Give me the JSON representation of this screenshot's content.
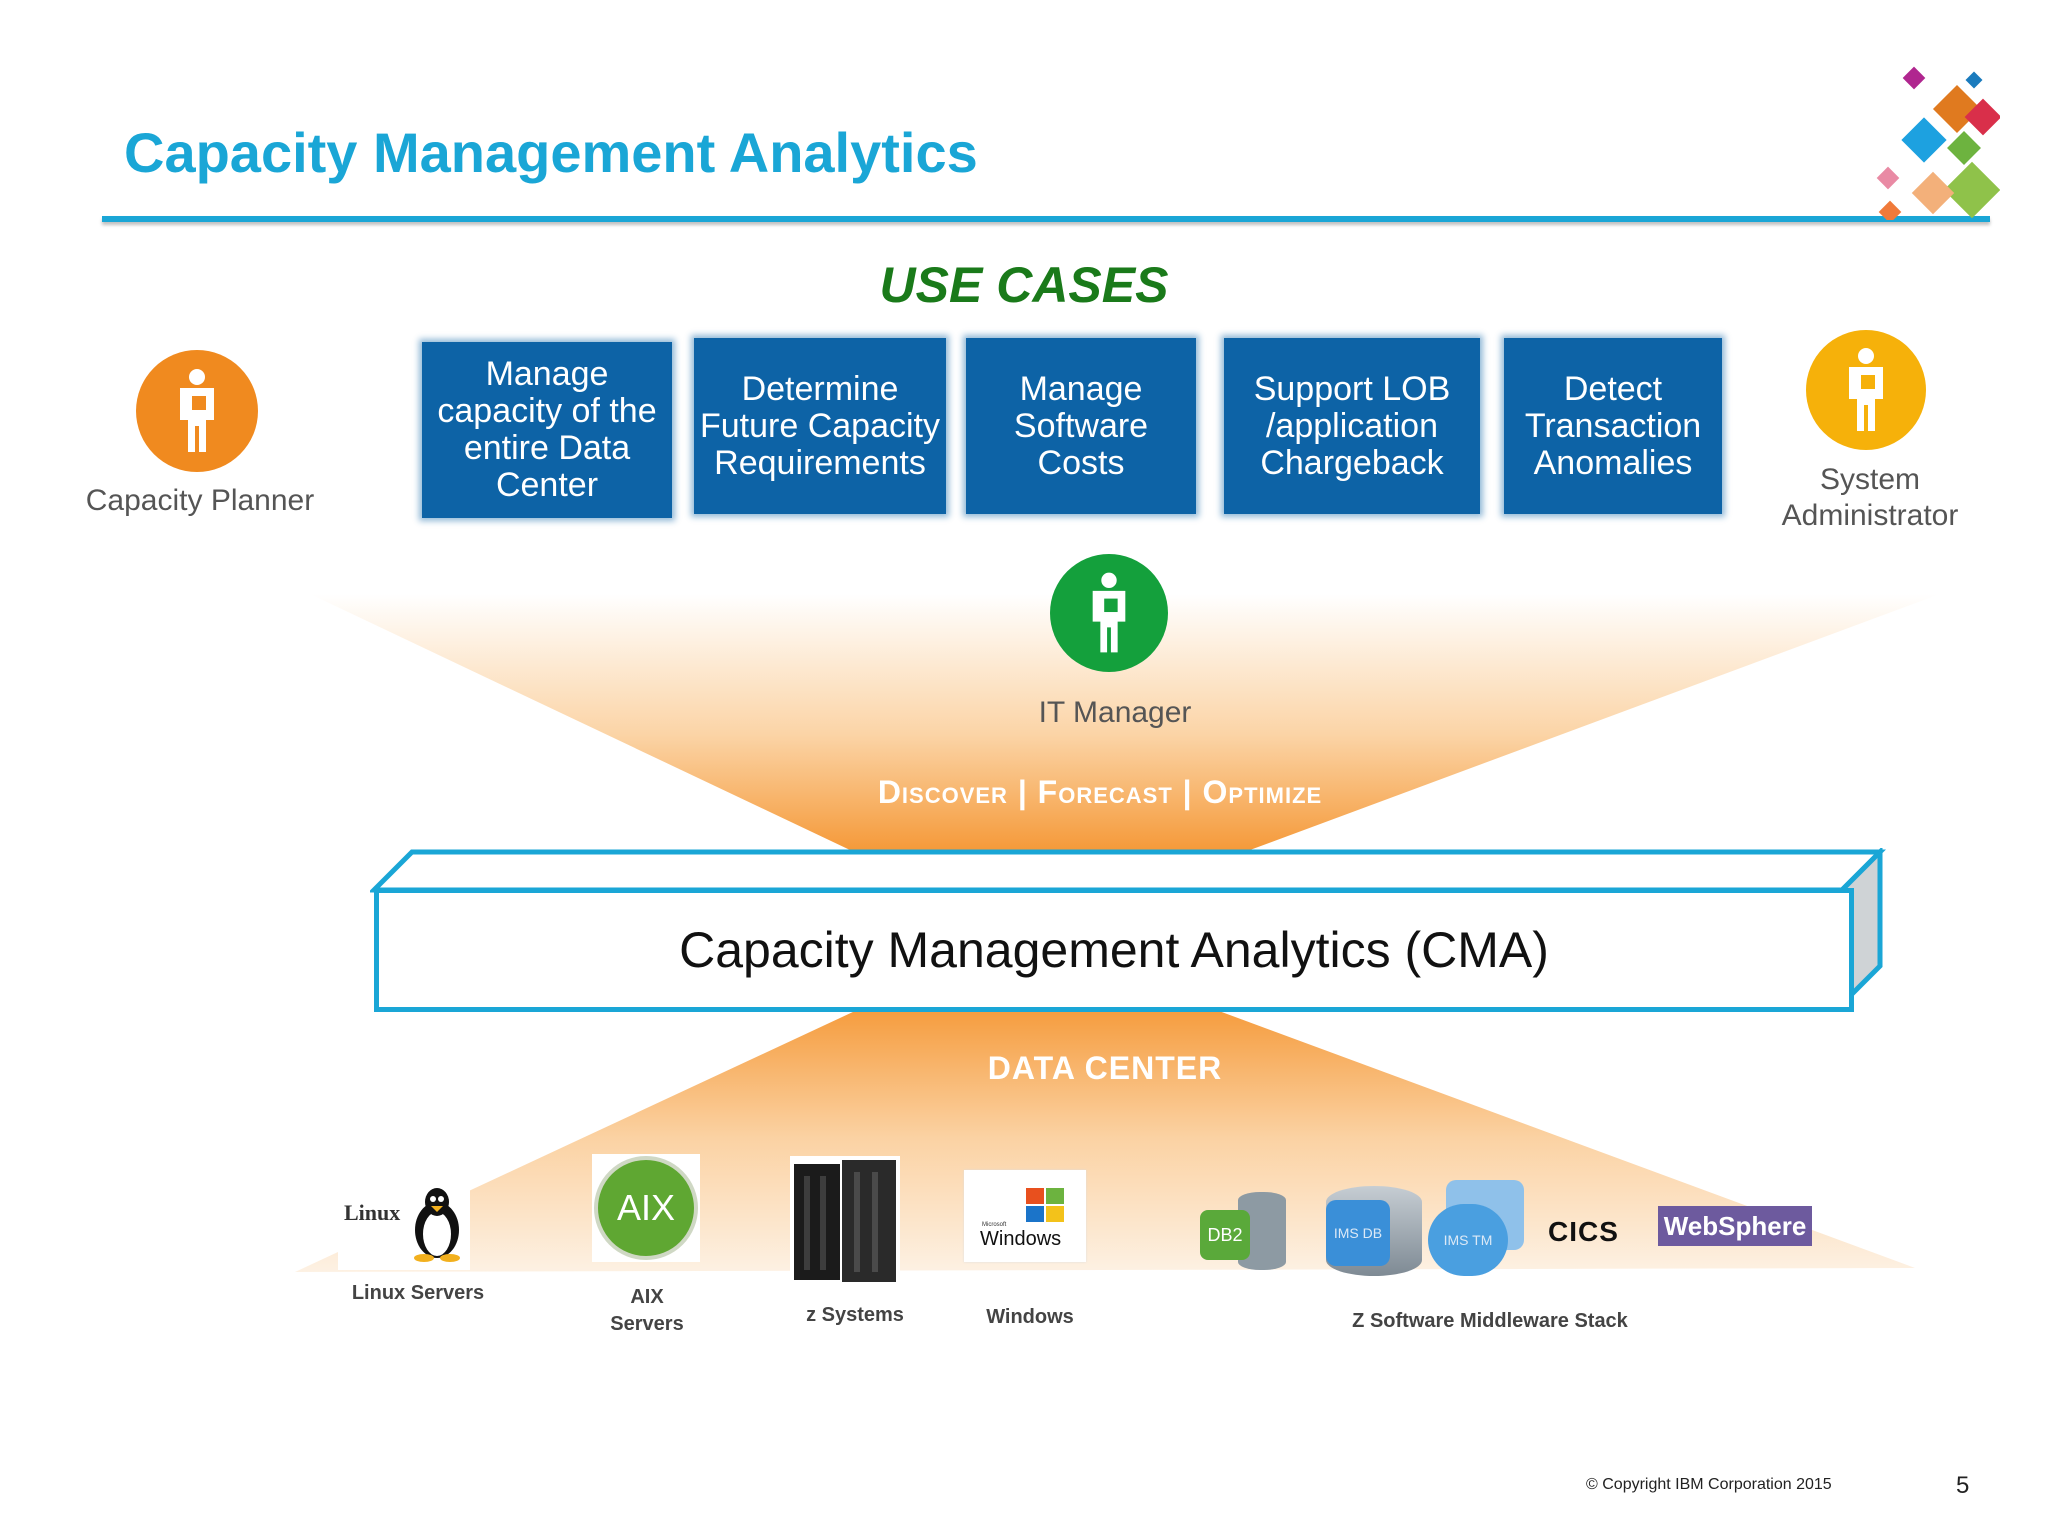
{
  "header": {
    "title": "Capacity Management Analytics"
  },
  "use_cases": {
    "heading": "USE CASES",
    "items": [
      "Manage capacity of the entire Data Center",
      "Determine Future Capacity Requirements",
      "Manage Software Costs",
      "Support LOB /application Chargeback",
      "Detect Transaction Anomalies"
    ]
  },
  "personas": {
    "capacity_planner": {
      "label": "Capacity Planner",
      "color": "#f08a1f"
    },
    "system_admin": {
      "label_line1": "System",
      "label_line2": "Administrator",
      "color": "#f6b10a"
    },
    "it_manager": {
      "label": "IT Manager",
      "color": "#14a03c"
    }
  },
  "tagline": "Discover | Forecast | Optimize",
  "cma_box": {
    "label": "Capacity Management Analytics (CMA)"
  },
  "data_center": {
    "label": "DATA CENTER",
    "sources": [
      {
        "logo": "Linux",
        "label": "Linux Servers"
      },
      {
        "logo": "AIX",
        "label_line1": "AIX",
        "label_line2": "Servers"
      },
      {
        "label": "z Systems"
      },
      {
        "logo_small": "Microsoft",
        "logo": "Windows",
        "label": "Windows"
      },
      {
        "logo_db2": "DB2",
        "logo_ims1": "IMS DB",
        "logo_ims2": "IMS TM",
        "logo_cics": "CICS",
        "logo_ws": "WebSphere",
        "label": "Z Software Middleware Stack"
      }
    ]
  },
  "footer": {
    "copyright": "© Copyright IBM Corporation 2015",
    "page": "5"
  },
  "colors": {
    "accent": "#1aa6d6",
    "usecase_bg": "#0d63a6",
    "funnel": "#f5a04a",
    "usecase_heading": "#1a7a1a"
  }
}
